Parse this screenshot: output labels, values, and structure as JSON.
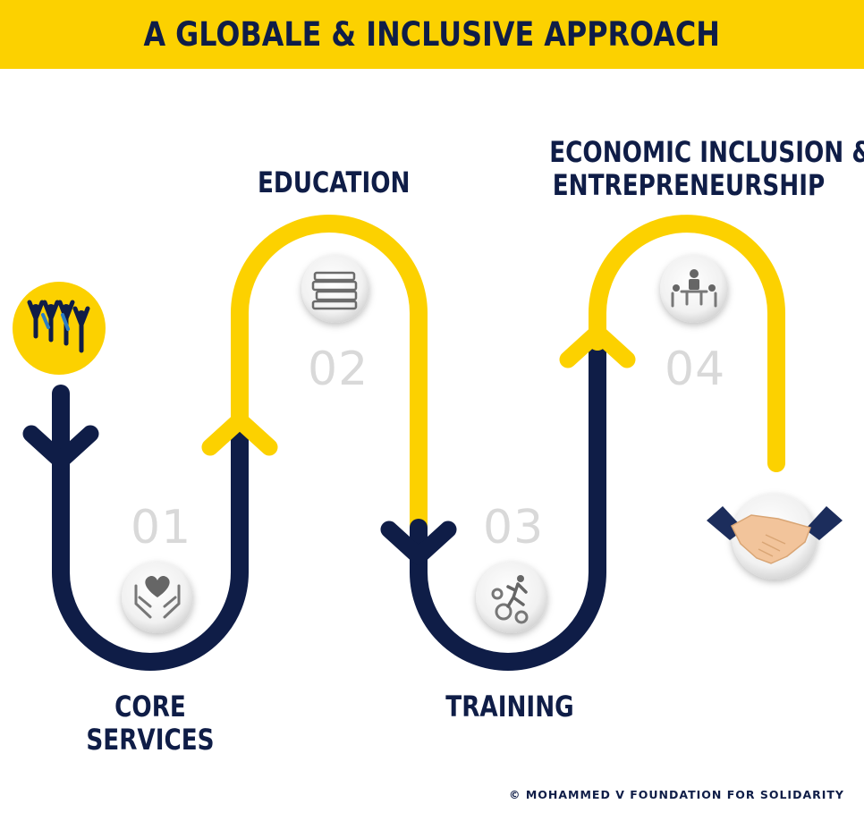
{
  "title": "A GLOBALE & INCLUSIVE APPROACH",
  "steps": [
    {
      "number": "01",
      "label_line1": "CORE",
      "label_line2": "SERVICES",
      "icon": "hands-heart-icon"
    },
    {
      "number": "02",
      "label_line1": "EDUCATION",
      "icon": "books-icon"
    },
    {
      "number": "03",
      "label_line1": "TRAINING",
      "icon": "gears-runner-icon"
    },
    {
      "number": "04",
      "label_line1": "ECONOMIC INCLUSION &",
      "label_line2": "ENTREPRENEURSHIP",
      "icon": "meeting-icon"
    }
  ],
  "start_icon": "people-group-icon",
  "end_icon": "handshake-icon",
  "copyright": "© MOHAMMED V FOUNDATION FOR SOLIDARITY",
  "colors": {
    "navy": "#0f1d47",
    "yellow": "#fcd100",
    "gray": "#d9d9d9"
  }
}
